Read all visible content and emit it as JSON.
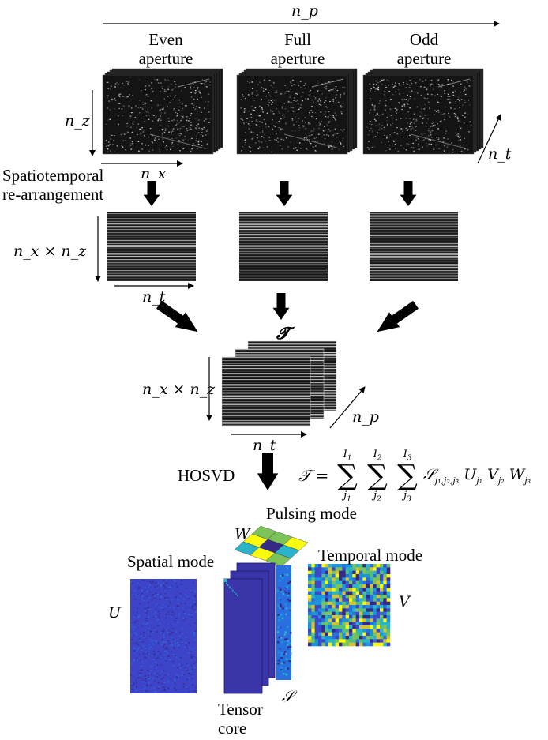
{
  "axis_labels": {
    "np_top": "n_p",
    "nz": "n_z",
    "nx": "n_x",
    "nt_top": "n_t",
    "nxnz_mid": "n_x × n_z",
    "nt_mid": "n_t",
    "nxnz_tensor": "n_x × n_z",
    "nt_tensor": "n_t",
    "np_tensor": "n_p"
  },
  "columns": [
    {
      "line1": "Even",
      "line2": "aperture"
    },
    {
      "line1": "Full",
      "line2": "aperture"
    },
    {
      "line1": "Odd",
      "line2": "aperture"
    }
  ],
  "rearrange": {
    "line1": "Spatiotemporal",
    "line2": "re-arrangement"
  },
  "tensor_symbol": "𝓣",
  "hosvd_label": "HOSVD",
  "equation": {
    "lhs": "𝒯 =",
    "upper_limits": [
      "I",
      "I",
      "I"
    ],
    "upper_subs": [
      "1",
      "2",
      "3"
    ],
    "lower_indices": [
      "j",
      "j",
      "j"
    ],
    "lower_subs": [
      "1",
      "2",
      "3"
    ],
    "summand": "𝒮",
    "summand_sub": "j₁,j₂,j₃",
    "factors": [
      "U",
      "V",
      "W"
    ],
    "factor_subs": [
      "j₁",
      "j₂",
      "j₃"
    ]
  },
  "modes": {
    "pulsing": "Pulsing mode",
    "spatial": "Spatial mode",
    "temporal": "Temporal mode",
    "core_line1": "Tensor",
    "core_line2": "core",
    "W": "W",
    "U": "U",
    "V": "V",
    "S": "𝒮"
  },
  "colors": {
    "parula_dark": "#352a87",
    "parula_blue": "#2a6fe0",
    "parula_cyan": "#2bb4c9",
    "parula_green": "#7cc45a",
    "parula_yellow": "#f9fb0e",
    "arrow": "#000000"
  }
}
